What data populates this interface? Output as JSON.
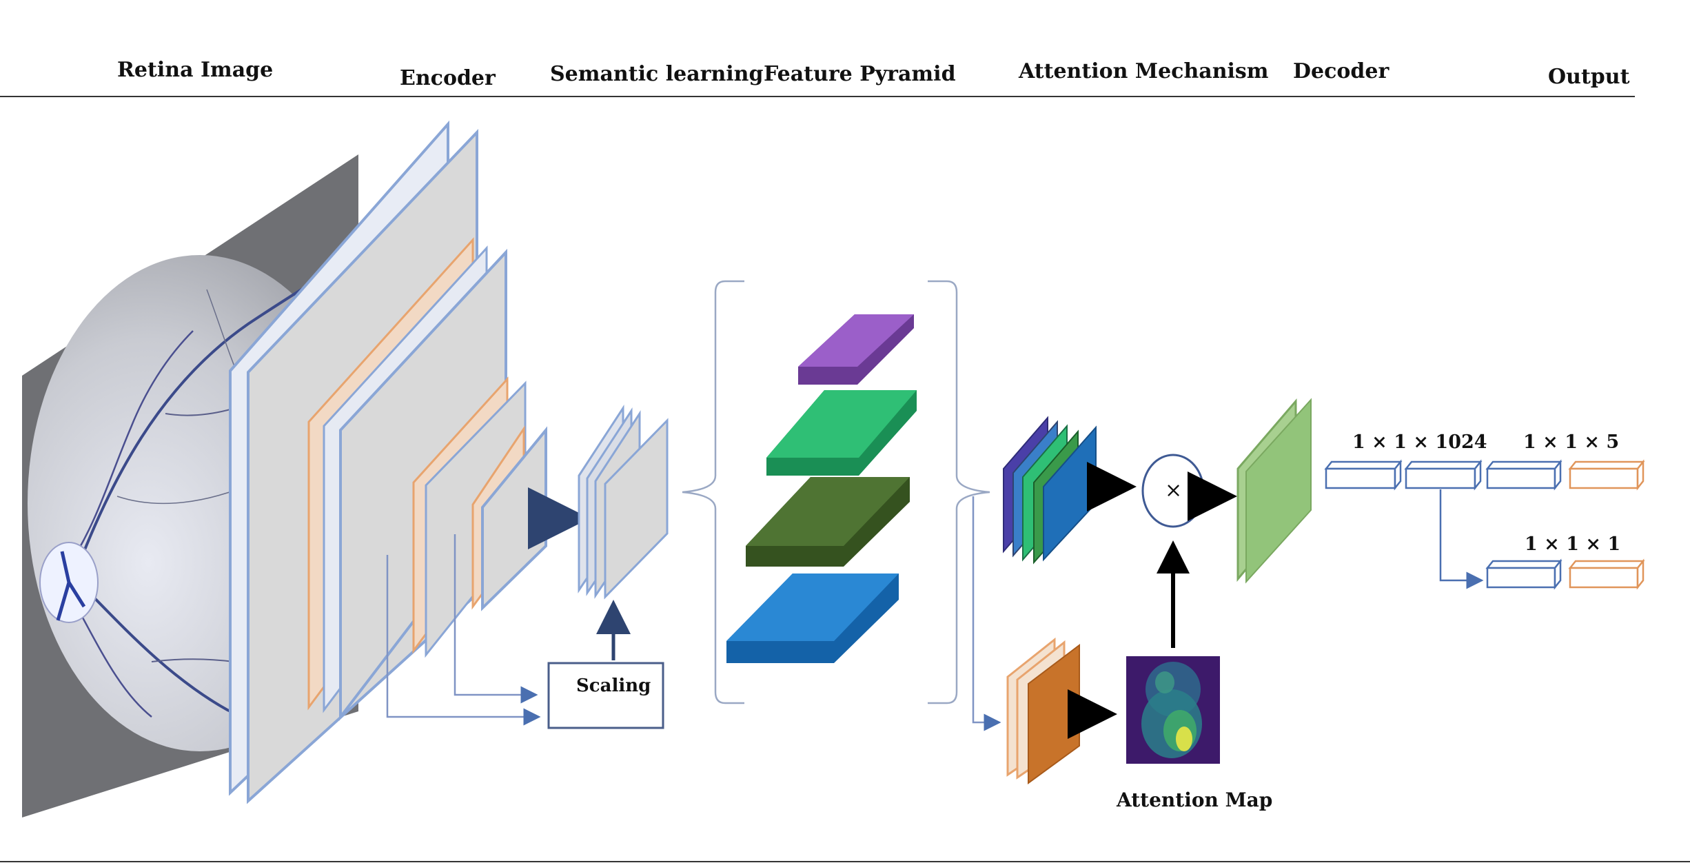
{
  "headers": {
    "retina_image": "Retina Image",
    "encoder": "Encoder",
    "semantic_learning": "Semantic learning",
    "feature_pyramid": "Feature Pyramid",
    "attention_mechanism": "Attention Mechanism",
    "decoder": "Decoder",
    "output": "Output"
  },
  "labels": {
    "scaling": "Scaling",
    "multiply_symbol": "×",
    "attention_map": "Attention Map",
    "dim_1024": "1 × 1 × 1024",
    "dim_5": "1 × 1 × 5",
    "dim_1": "1 × 1 × 1"
  },
  "colors": {
    "encoder_blue": "#8aa6d6",
    "encoder_orange": "#e8a46e",
    "pyramid_purple": "#8b4fb8",
    "pyramid_green": "#27b36a",
    "pyramid_darkgreen": "#4a6b2c",
    "pyramid_blue": "#1f7ccc",
    "attention_orange": "#c8732a",
    "decoder_green": "#92c47a",
    "output_blue": "#4a6fb0",
    "output_orange": "#e0955a"
  }
}
